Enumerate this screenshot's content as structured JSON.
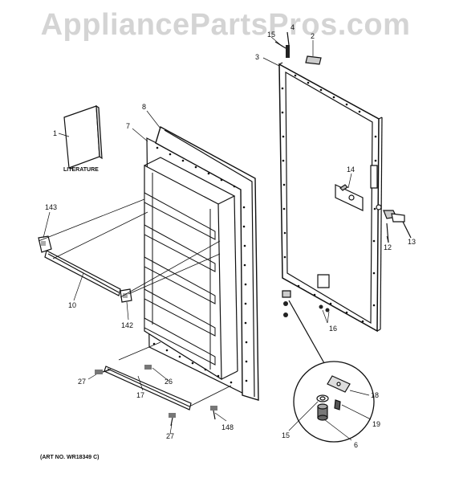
{
  "watermark": "AppliancePartsPros.com",
  "literature_label": "LITERATURE",
  "art_number": "(ART NO. WR18349 C)",
  "callouts": [
    "1",
    "2",
    "3",
    "4",
    "6",
    "7",
    "8",
    "10",
    "12",
    "13",
    "14",
    "15",
    "15",
    "16",
    "17",
    "18",
    "19",
    "26",
    "27",
    "27",
    "142",
    "143",
    "148"
  ]
}
